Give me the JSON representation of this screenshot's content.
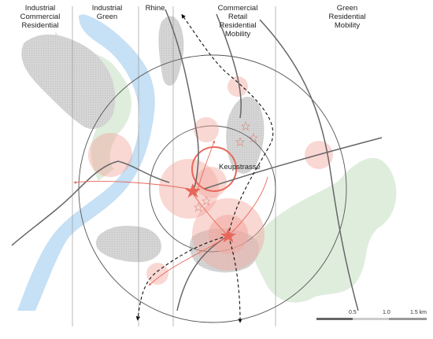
{
  "zones": [
    {
      "id": "z1",
      "label": "Industrial\nCommercial\nResidential"
    },
    {
      "id": "z2",
      "label": "Industrial\nGreen"
    },
    {
      "id": "z3",
      "label": "Rhine"
    },
    {
      "id": "z4",
      "label": "Commercial\nRetail\nResidential\nMobility"
    },
    {
      "id": "z5",
      "label": "Green\nResidential\nMobility"
    }
  ],
  "place_label": "Keupstrasse",
  "scale_bar": {
    "ticks": [
      "0.5",
      "1.0",
      "1.5 km"
    ]
  },
  "colors": {
    "river": "#c6e0f5",
    "green_area": "#dcebd9",
    "built_area": "#d8d8d8",
    "highlight": "#f2a79e",
    "accent_red": "#e8675a",
    "lines": "#555555"
  }
}
